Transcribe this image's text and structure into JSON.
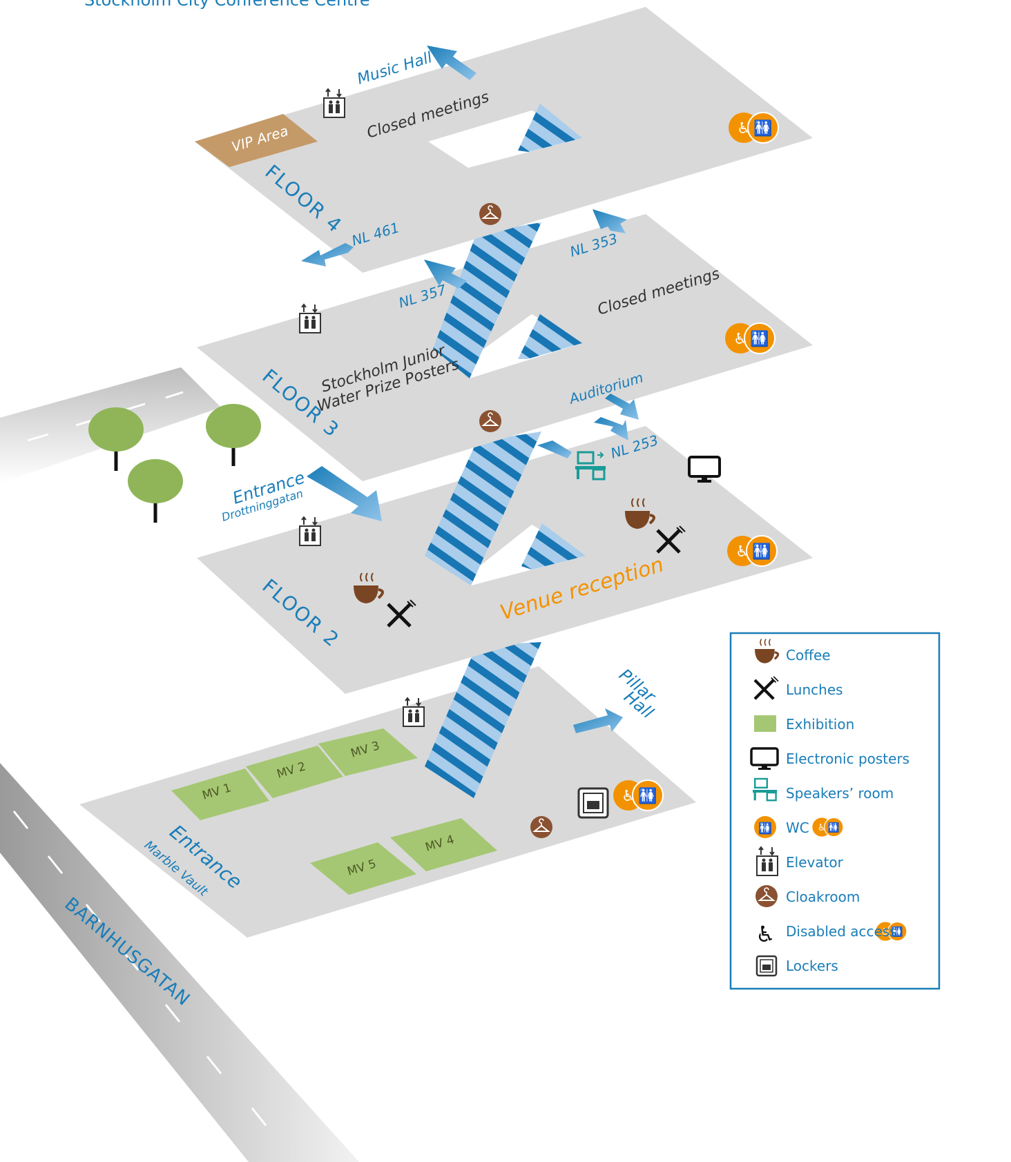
{
  "title": "Stockholm City Conference Centre",
  "floors": {
    "floor4": "FLOOR 4",
    "floor3": "FLOOR 3",
    "floor2": "FLOOR 2"
  },
  "labels": {
    "music_hall": "Music Hall",
    "vip_area": "VIP Area",
    "closed_meetings_4": "Closed meetings",
    "nl461": "NL 461",
    "nl353": "NL 353",
    "nl357": "NL 357",
    "closed_meetings_3": "Closed meetings",
    "posters_line1": "Stockholm Junior",
    "posters_line2": "Water Prize Posters",
    "auditorium": "Auditorium",
    "nl253": "NL 253",
    "entrance_top": "Entrance",
    "entrance_top_sub": "Drottninggatan",
    "venue_reception": "Venue reception",
    "pillar1": "Pillar",
    "pillar2": "Hall",
    "entrance_bottom": "Entrance",
    "entrance_bottom_sub": "Marble Vault",
    "street": "BARNHUSGATAN"
  },
  "exhibition": [
    "MV 1",
    "MV 2",
    "MV 3",
    "MV 4",
    "MV 5"
  ],
  "legend": [
    {
      "icon": "coffee-icon",
      "label": "Coffee"
    },
    {
      "icon": "lunch-icon",
      "label": "Lunches"
    },
    {
      "icon": "exhibition-icon",
      "label": "Exhibition"
    },
    {
      "icon": "monitor-icon",
      "label": "Electronic posters"
    },
    {
      "icon": "speakers-room-icon",
      "label": "Speakers’ room"
    },
    {
      "icon": "wc-icon",
      "label": "WC"
    },
    {
      "icon": "elevator-icon",
      "label": "Elevator"
    },
    {
      "icon": "cloakroom-icon",
      "label": "Cloakroom"
    },
    {
      "icon": "wheelchair-icon",
      "label": "Disabled access"
    },
    {
      "icon": "locker-icon",
      "label": "Lockers"
    }
  ],
  "colors": {
    "floor": "#d9d9d9",
    "accent_blue": "#1a7db8",
    "stair_light": "#a9cdeb",
    "stair_dark": "#1876b4",
    "exhibition_green": "#a5c773",
    "vip_tan": "#c59a69",
    "wc_orange": "#f39200",
    "cloak_brown": "#8a5232",
    "coffee_brown": "#7a4522",
    "speakers_teal": "#1a9b98",
    "tree_green": "#8fb558"
  }
}
